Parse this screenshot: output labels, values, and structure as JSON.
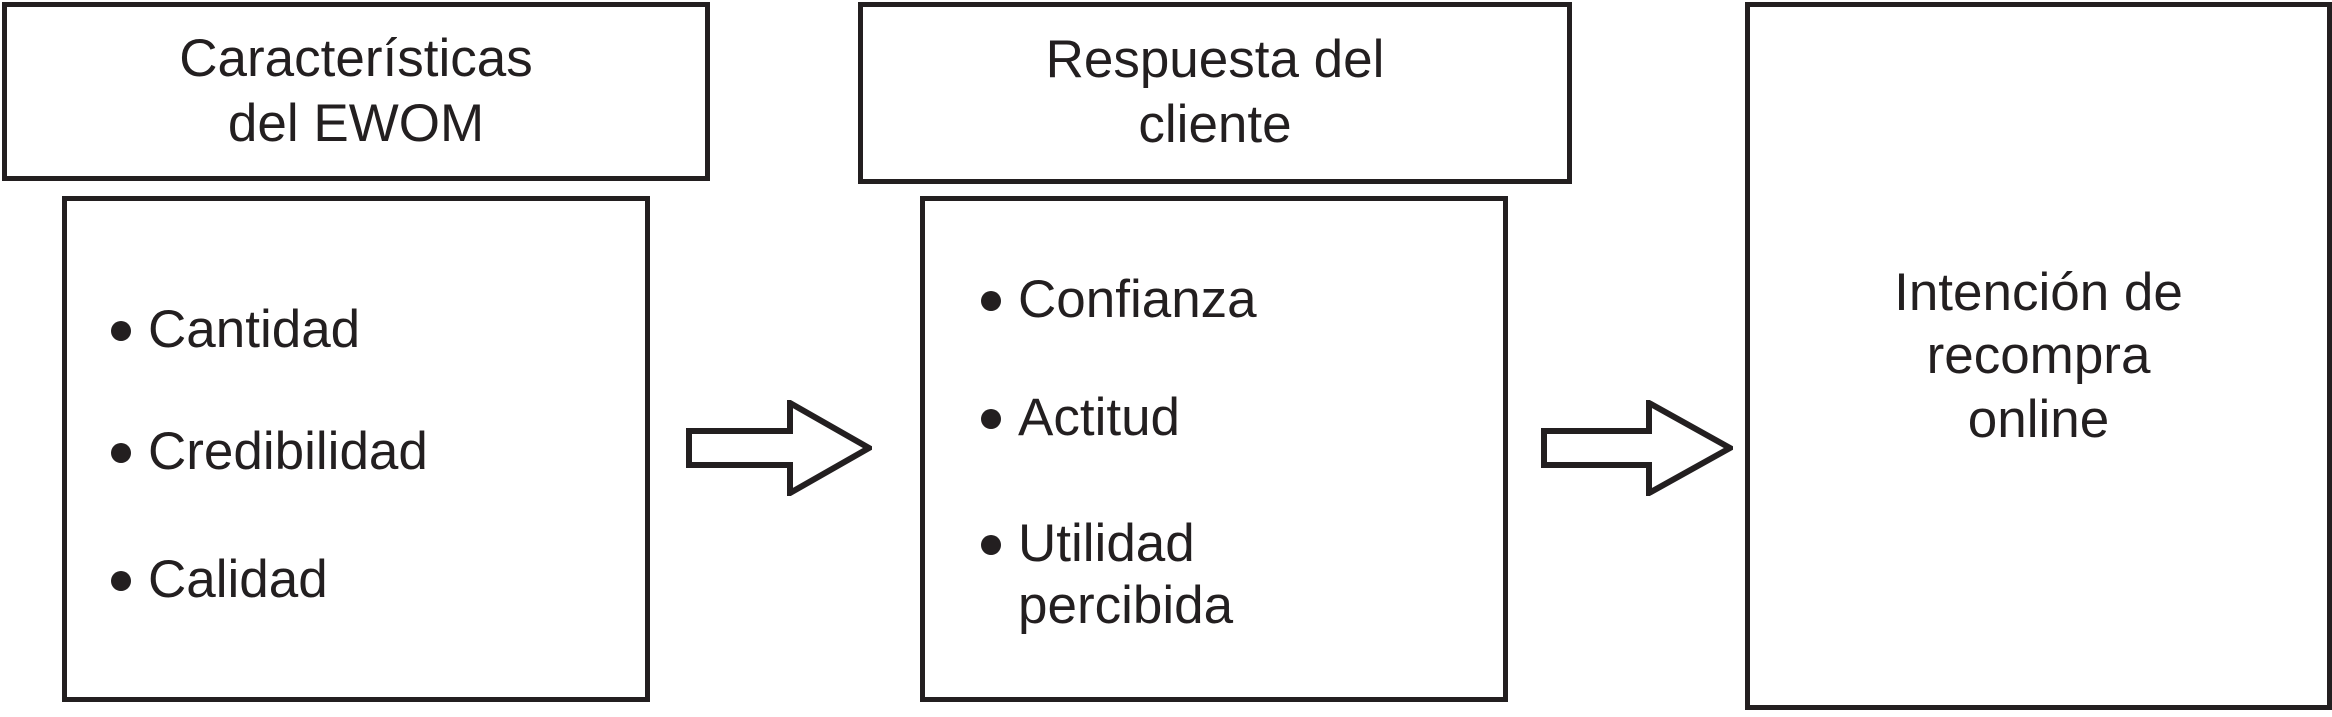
{
  "diagram": {
    "title": "Modelo EWOM - respuesta del cliente - intencion de recompra online",
    "accent_color": "#231f20",
    "background_color": "#ffffff",
    "columns": [
      {
        "id": "ewom",
        "header": "Características\ndel EWOM",
        "items": [
          "Cantidad",
          "Credibilidad",
          "Calidad"
        ]
      },
      {
        "id": "respuesta",
        "header": "Respuesta del\ncliente",
        "items": [
          "Confianza",
          "Actitud",
          "Utilidad\npercibida"
        ]
      },
      {
        "id": "intencion",
        "text": "Intención de\nrecompra\nonline"
      }
    ],
    "connectors": [
      {
        "id": "arrow-1",
        "icon": "arrow-right-icon",
        "from": "ewom",
        "to": "respuesta"
      },
      {
        "id": "arrow-2",
        "icon": "arrow-right-icon",
        "from": "respuesta",
        "to": "intencion"
      }
    ]
  }
}
